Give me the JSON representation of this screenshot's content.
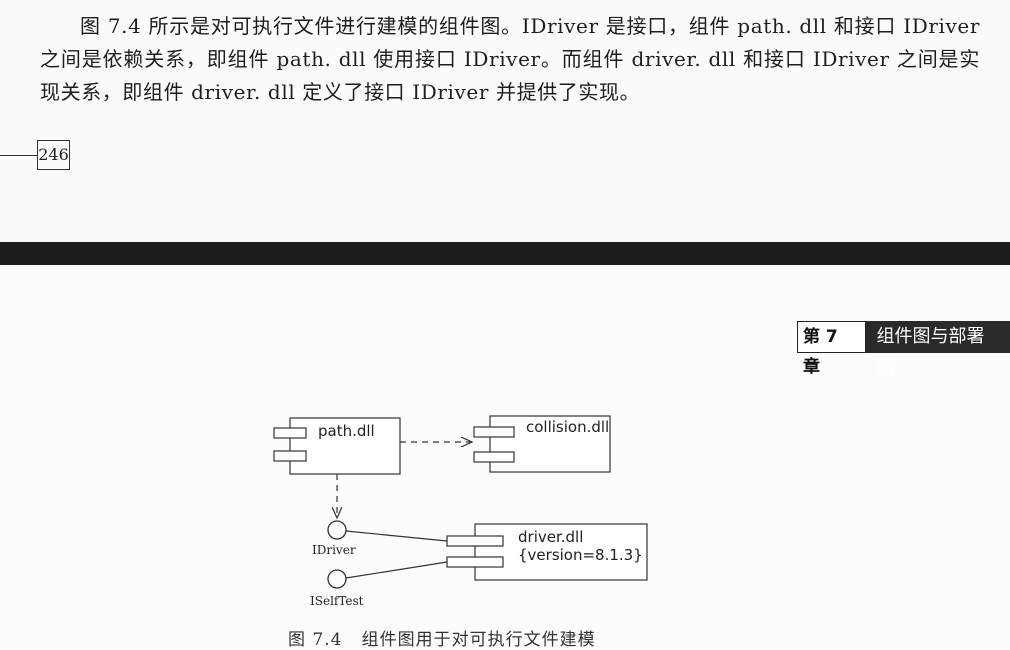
{
  "upper_page": {
    "paragraph": "图 7.4 所示是对可执行文件进行建模的组件图。IDriver 是接口，组件 path. dll 和接口 IDriver 之间是依赖关系，即组件 path. dll 使用接口 IDriver。而组件 driver. dll 和接口 IDriver 之间是实现关系，即组件 driver. dll 定义了接口 IDriver 并提供了实现。",
    "page_number": "246"
  },
  "lower_page": {
    "chapter_number": "第 7 章",
    "chapter_title": "组件图与部署图",
    "diagram": {
      "path_component": "path.dll",
      "collision_component": "collision.dll",
      "driver_component": "driver.dll",
      "driver_tag": "{version=8.1.3}",
      "interface_idriver": "IDriver",
      "interface_iselftest": "ISelfTest"
    },
    "figure_caption": "图 7.4   组件图用于对可执行文件建模"
  }
}
